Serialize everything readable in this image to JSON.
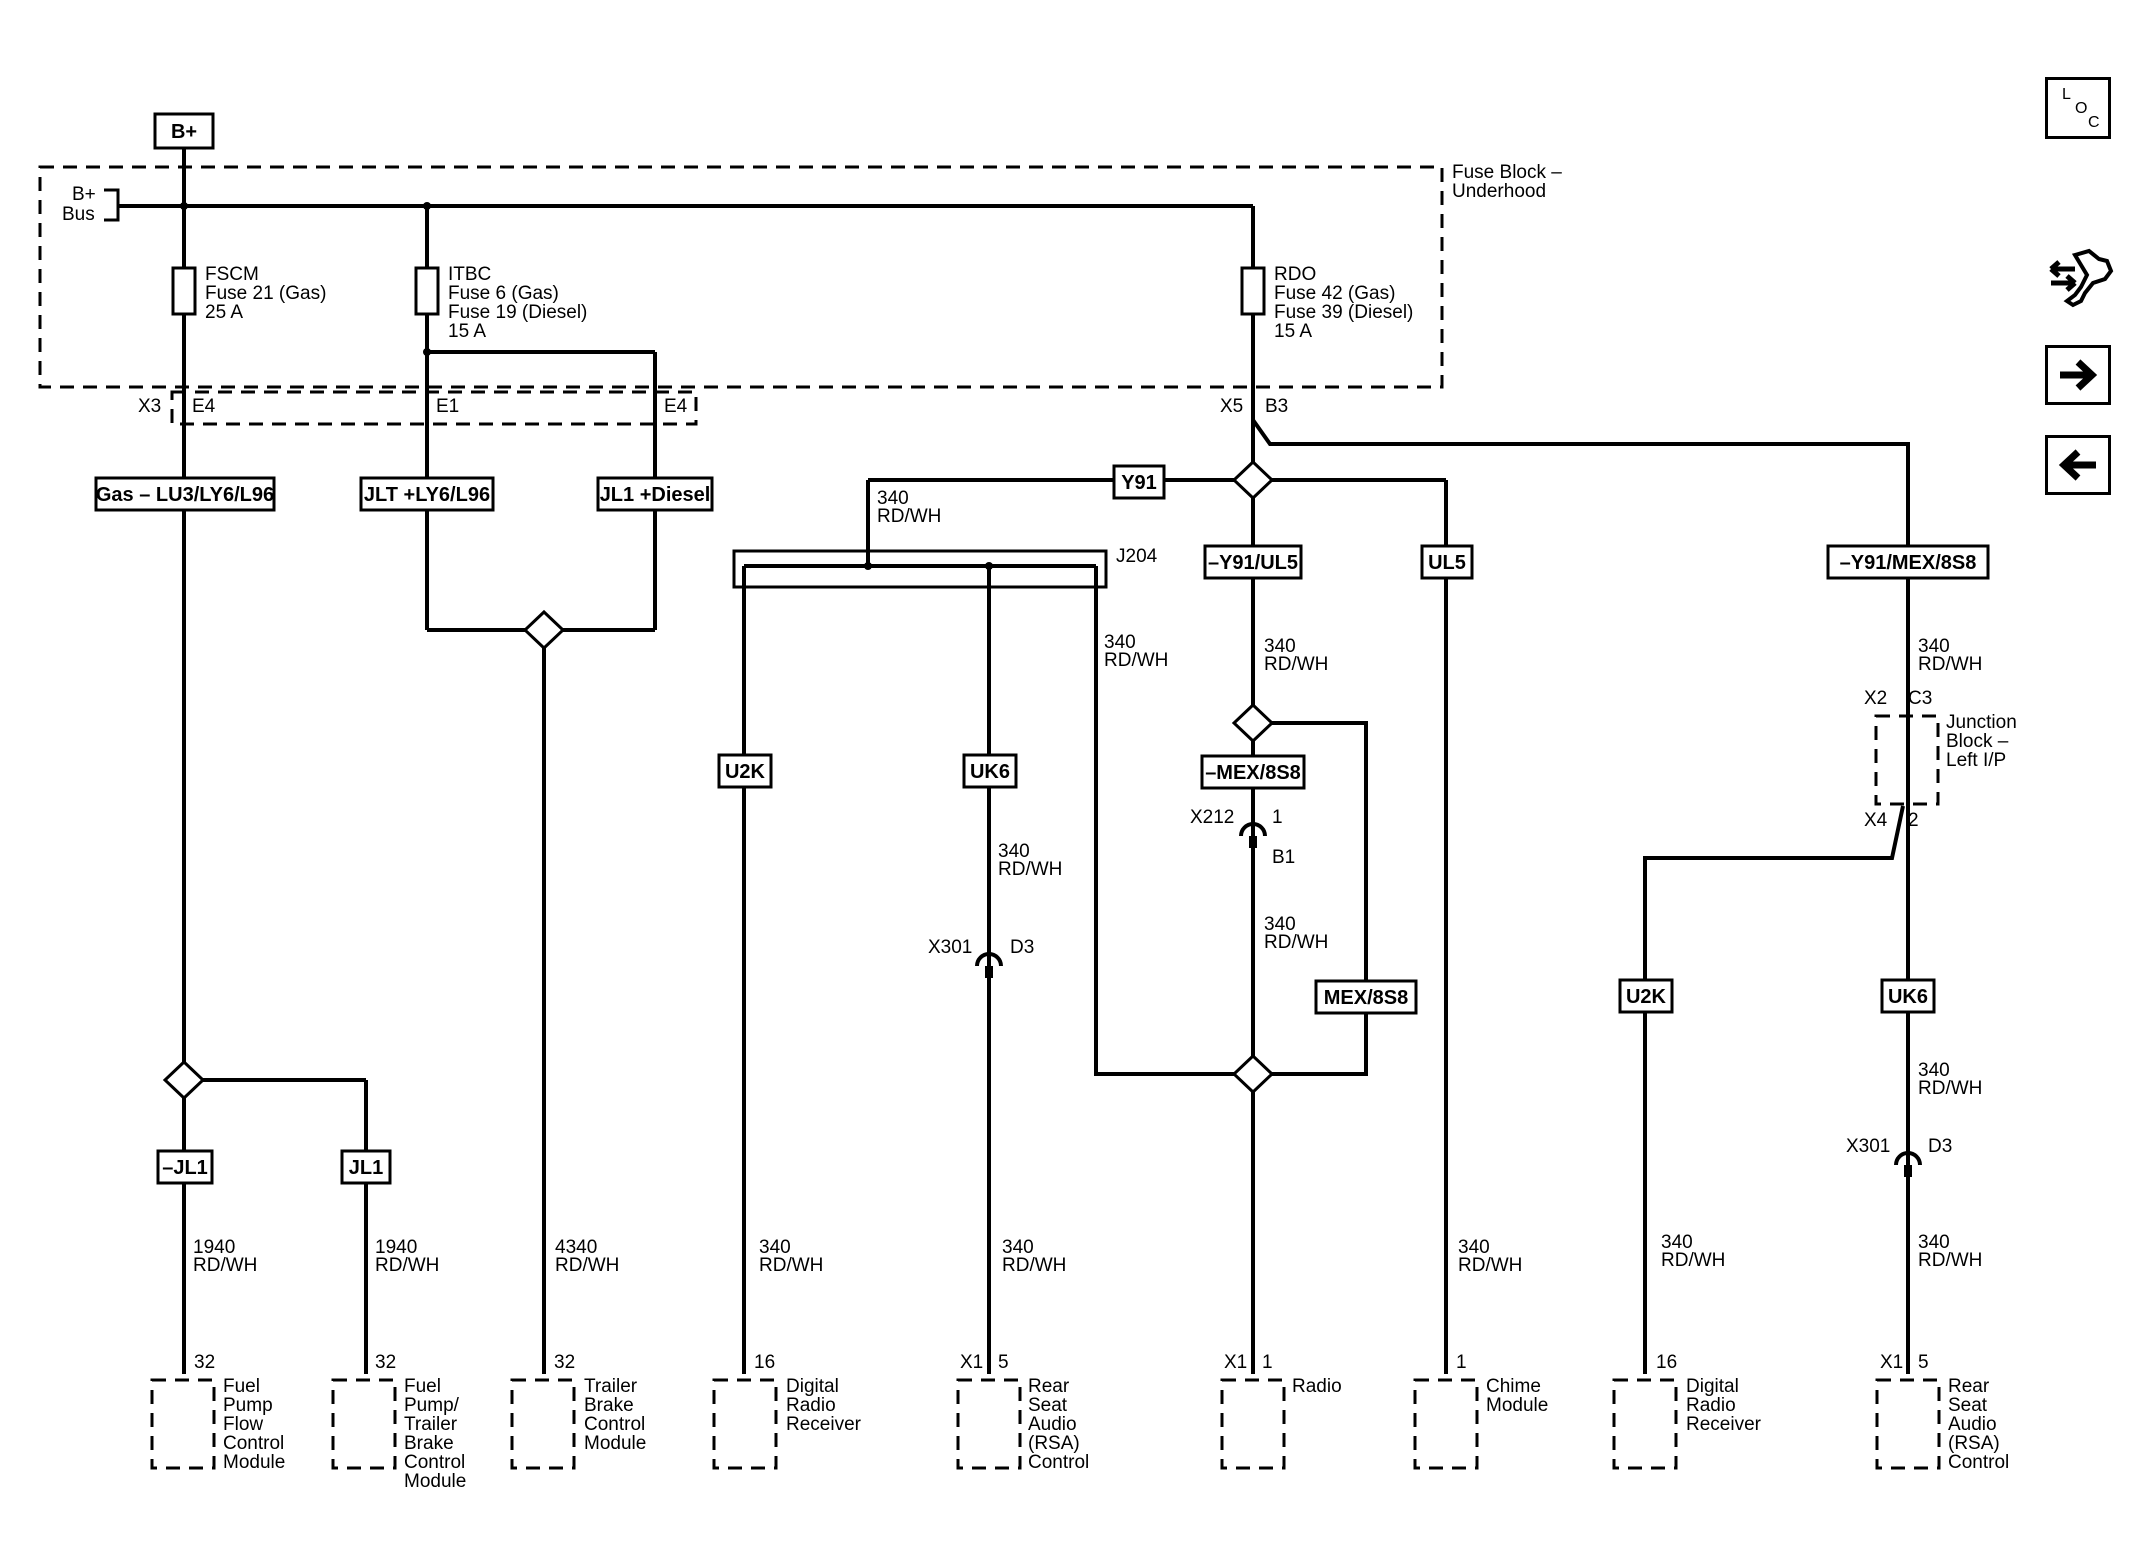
{
  "power": {
    "source": "B+",
    "bus": [
      "B+",
      "Bus"
    ]
  },
  "fuse_block": {
    "title": [
      "Fuse Block –",
      "Underhood"
    ]
  },
  "fuses": {
    "fscm": [
      "FSCM",
      "Fuse 21 (Gas)",
      "25 A"
    ],
    "itbc": [
      "ITBC",
      "Fuse 6 (Gas)",
      "Fuse 19 (Diesel)",
      "15 A"
    ],
    "rdo": [
      "RDO",
      "Fuse 42 (Gas)",
      "Fuse 39 (Diesel)",
      "15 A"
    ]
  },
  "connectors": {
    "x3": "X3",
    "e4a": "E4",
    "e1": "E1",
    "e4b": "E4",
    "x5": "X5",
    "b3": "B3",
    "j204": "J204",
    "x212": "X212",
    "x212_pin": "1",
    "x212_b1": "B1",
    "x301a": "X301",
    "x301a_pin": "D3",
    "x2": "X2",
    "c3": "C3",
    "x4": "X4",
    "x4_pin": "2",
    "x301b": "X301",
    "x301b_pin": "D3"
  },
  "options": {
    "gas": "Gas – LU3/LY6/L96",
    "jlt": "JLT +LY6/L96",
    "jl1d": "JL1 +Diesel",
    "y91": "Y91",
    "y91ul5": "–Y91/UL5",
    "ul5": "UL5",
    "y91mex": "–Y91/MEX/8S8",
    "u2k_a": "U2K",
    "uk6_a": "UK6",
    "mex_neg": "–MEX/8S8",
    "mex": "MEX/8S8",
    "u2k_b": "U2K",
    "uk6_b": "UK6",
    "njl1": "–JL1",
    "jl1": "JL1"
  },
  "wires": {
    "w1": [
      "340",
      "RD/WH"
    ],
    "w2": [
      "340",
      "RD/WH"
    ],
    "w3": [
      "340",
      "RD/WH"
    ],
    "w4": [
      "340",
      "RD/WH"
    ],
    "w5": [
      "340",
      "RD/WH"
    ],
    "w6": [
      "340",
      "RD/WH"
    ],
    "w7": [
      "340",
      "RD/WH"
    ],
    "fp1": [
      "1940",
      "RD/WH"
    ],
    "fp2": [
      "1940",
      "RD/WH"
    ],
    "tb": [
      "4340",
      "RD/WH"
    ],
    "dr1": [
      "340",
      "RD/WH"
    ],
    "rsa1": [
      "340",
      "RD/WH"
    ],
    "chime": [
      "340",
      "RD/WH"
    ],
    "dr2": [
      "340",
      "RD/WH"
    ],
    "rsa2": [
      "340",
      "RD/WH"
    ]
  },
  "modules": {
    "fpfcm": {
      "pin": "32",
      "name": [
        "Fuel",
        "Pump",
        "Flow",
        "Control",
        "Module"
      ]
    },
    "fptbcm": {
      "pin": "32",
      "name": [
        "Fuel",
        "Pump/",
        "Trailer",
        "Brake",
        "Control",
        "Module"
      ]
    },
    "tbcm": {
      "pin": "32",
      "name": [
        "Trailer",
        "Brake",
        "Control",
        "Module"
      ]
    },
    "drr1": {
      "pin": "16",
      "name": [
        "Digital",
        "Radio",
        "Receiver"
      ]
    },
    "rsa1": {
      "conn": "X1",
      "pin": "5",
      "name": [
        "Rear",
        "Seat",
        "Audio",
        "(RSA)",
        "Control"
      ]
    },
    "radio": {
      "conn": "X1",
      "pin": "1",
      "name": [
        "Radio"
      ]
    },
    "chime": {
      "pin": "1",
      "name": [
        "Chime",
        "Module"
      ]
    },
    "drr2": {
      "pin": "16",
      "name": [
        "Digital",
        "Radio",
        "Receiver"
      ]
    },
    "rsa2": {
      "conn": "X1",
      "pin": "5",
      "name": [
        "Rear",
        "Seat",
        "Audio",
        "(RSA)",
        "Control"
      ]
    }
  },
  "junction_block": {
    "name": [
      "Junction",
      "Block –",
      "Left I/P"
    ]
  },
  "nav": {
    "loc": [
      "L",
      "O",
      "C"
    ]
  }
}
